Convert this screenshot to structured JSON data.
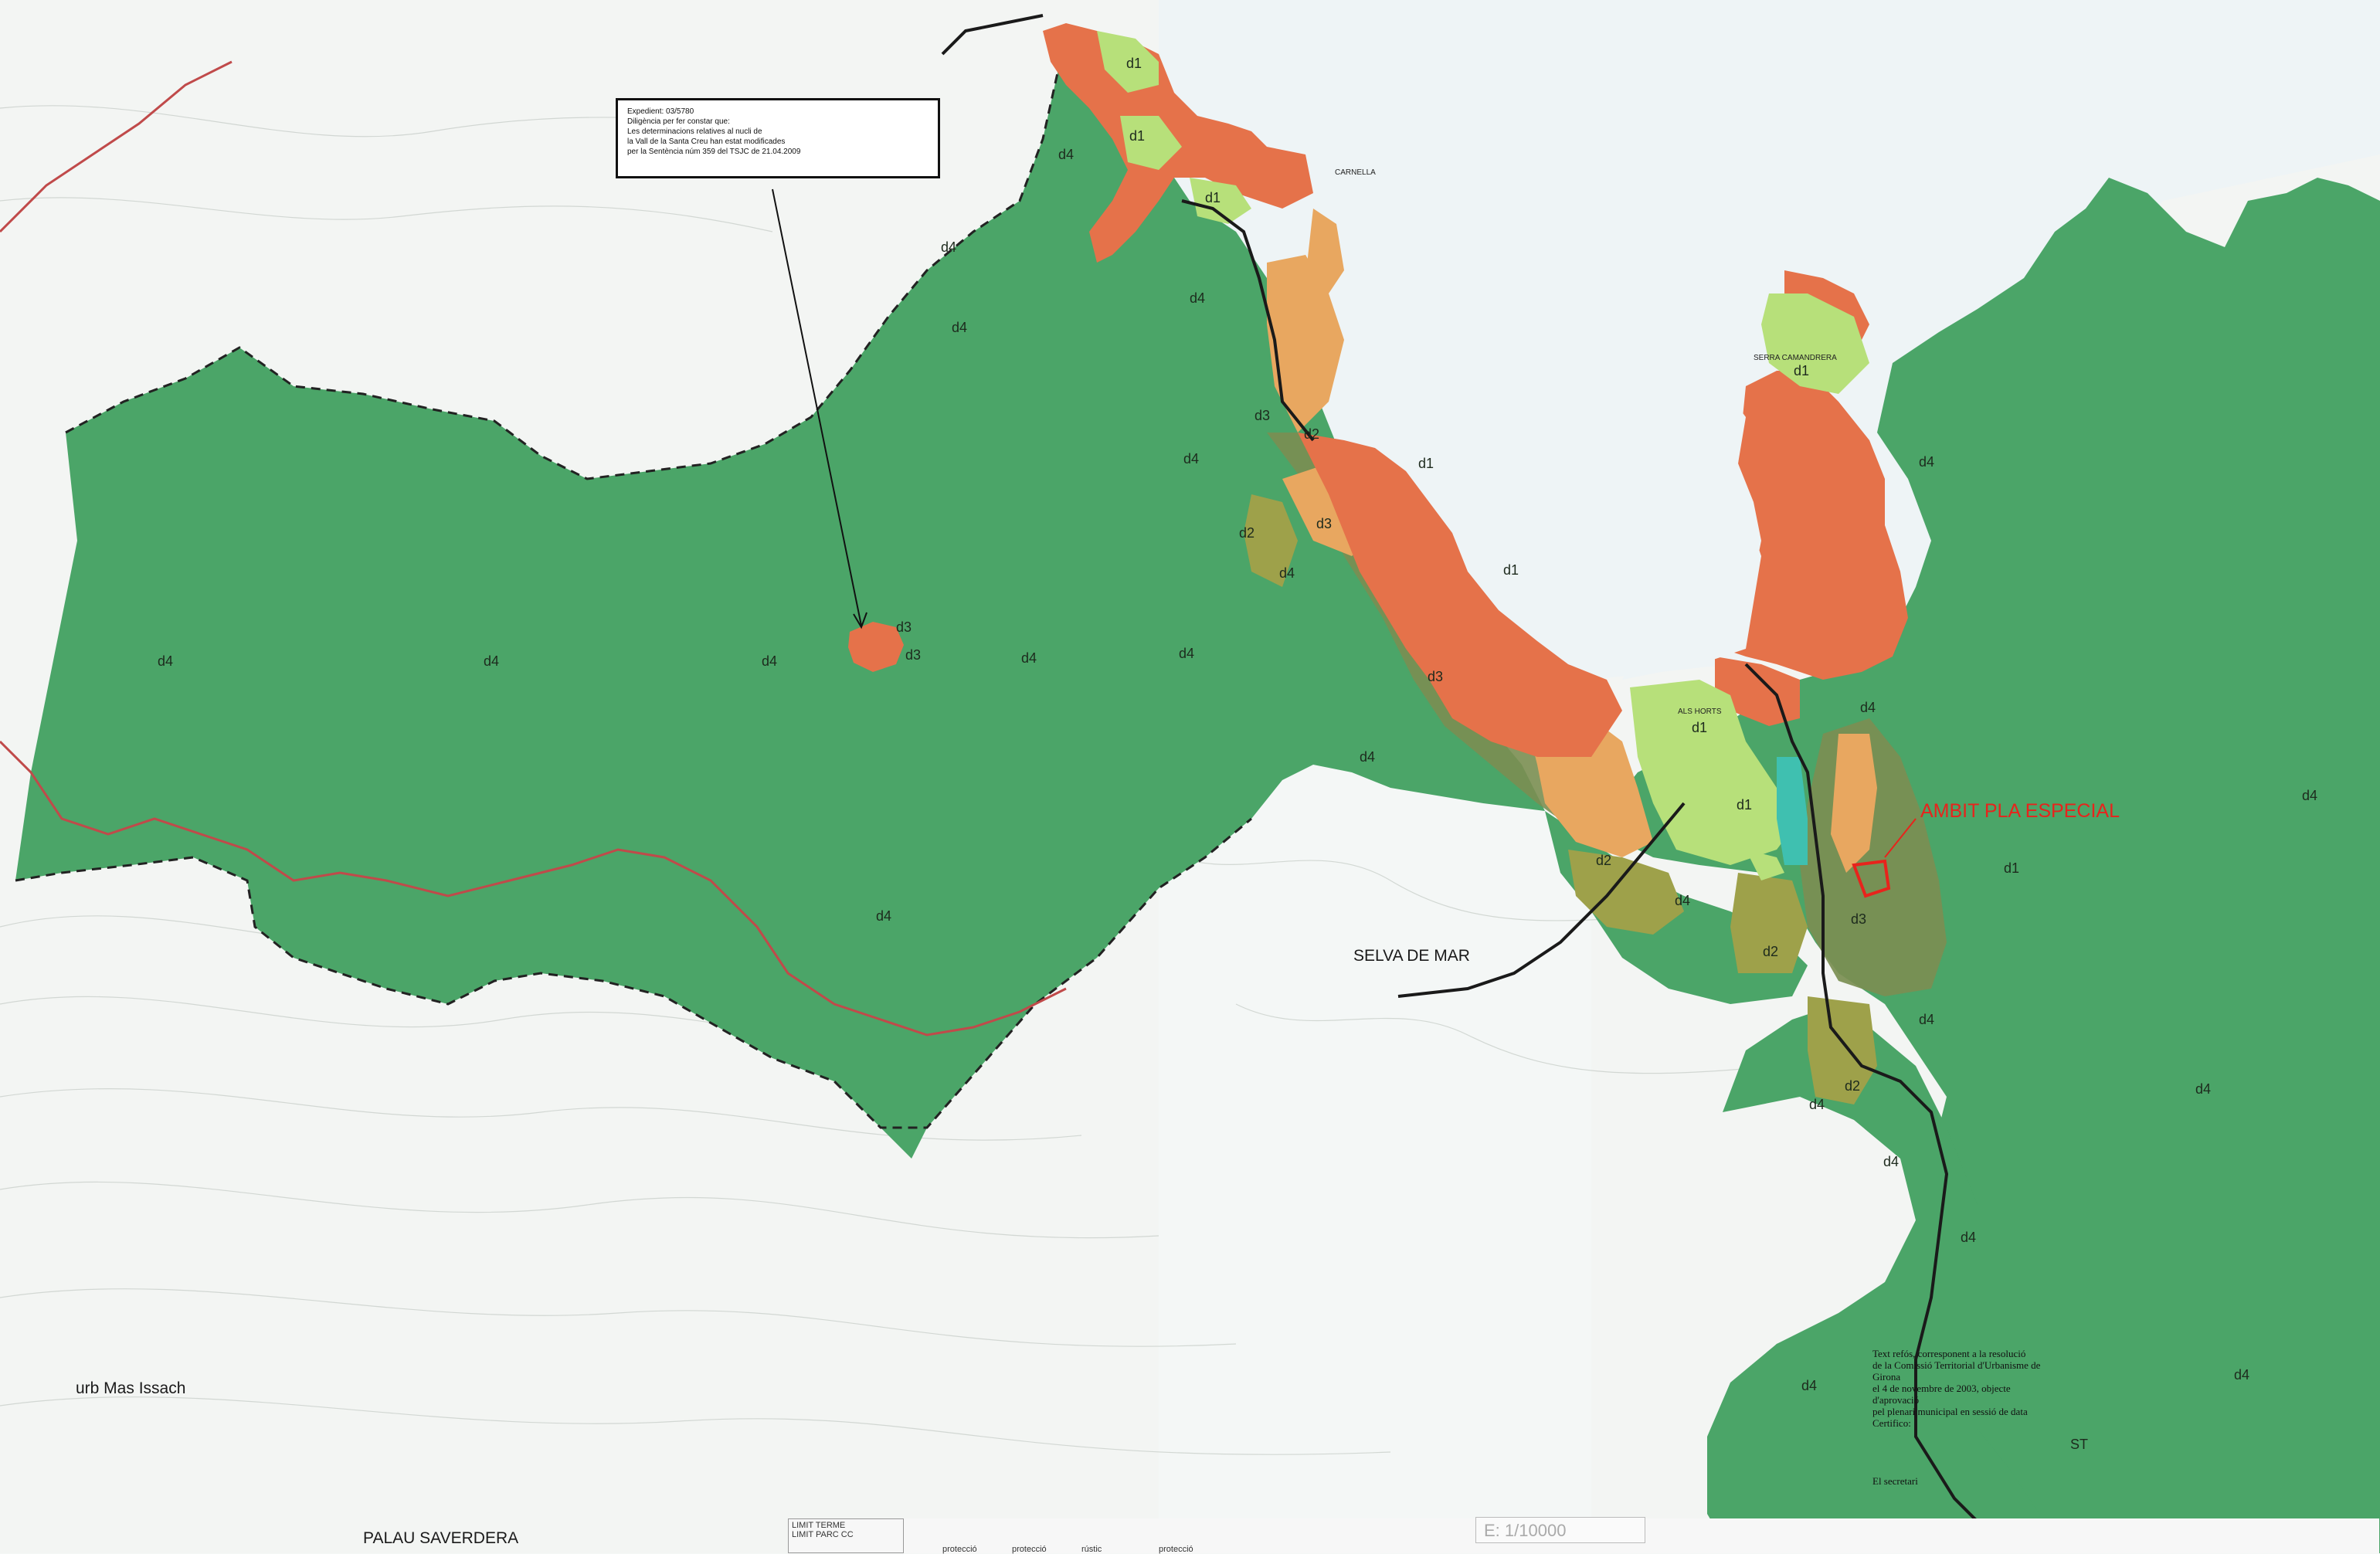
{
  "colors": {
    "d4": "#4ba568",
    "d4_dark": "#3f8f59",
    "d1": "#b7e07a",
    "d2": "#e8a760",
    "d2_olive": "#9ea14a",
    "d3": "#e5724a",
    "d3_dark": "#7b8e52",
    "sea": "#eef4f6",
    "road": "#1a1a1a",
    "boundary": "#c04a4a",
    "ambit": "#e8231c"
  },
  "notice": {
    "line1": "Expedient: 03/5780",
    "line2": "Diligència per fer constar que:",
    "line3": "Les determinacions relatives al nucli de",
    "line4": "la Vall de la Santa Creu han estat modificades",
    "line5": "per la Sentència núm 359 del TSJC de 21.04.2009"
  },
  "zones": {
    "d1": "d1",
    "d2": "d2",
    "d3": "d3",
    "d4": "d4"
  },
  "places": {
    "selva_de_mar": "SELVA DE MAR",
    "mas_issach": "urb Mas Issach",
    "palau_saverdera": "PALAU SAVERDERA",
    "alts_horts": "ALS HORTS",
    "serra_small": "SERRA CAMANDRERA",
    "port_small": "CARNELLA",
    "st": "ST"
  },
  "ambit": {
    "label": "AMBIT PLA ESPECIAL"
  },
  "certification": {
    "line1": "Text refós, corresponent a la resolució",
    "line2": "de la Comissió Territorial d'Urbanisme de Girona",
    "line3": "el 4 de novembre de 2003, objecte d'aprovació",
    "line4": "pel plenari municipal en sessió de data",
    "line5": "Certifico:",
    "line6": "El secretari"
  },
  "legend": {
    "limit_terme": "LIMIT TERME",
    "limit_parc": "LIMIT PARC CC",
    "items": [
      "protecció",
      "protecció",
      "rústic",
      "protecció"
    ],
    "scale": "E: 1/10000"
  }
}
